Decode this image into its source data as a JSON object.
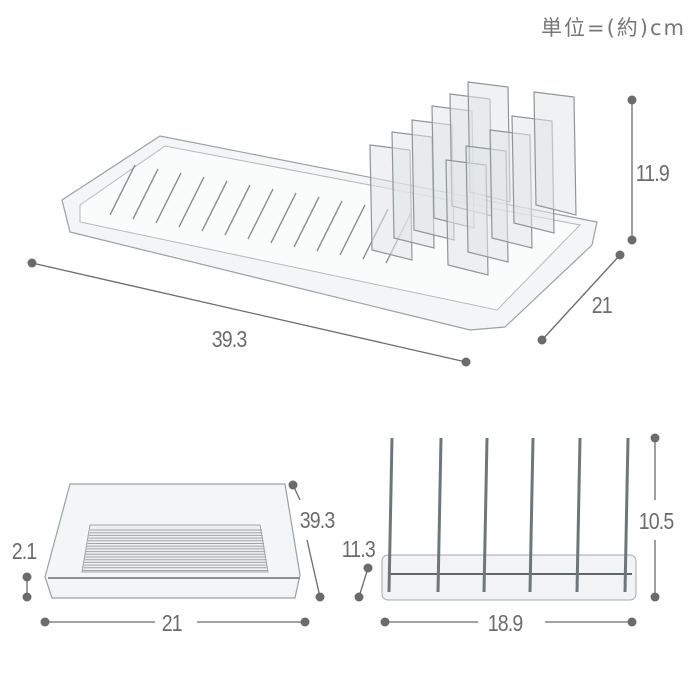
{
  "unit_label": "単位=(約)cm",
  "top_view": {
    "height": "11.9",
    "depth": "21",
    "length": "39.3"
  },
  "tray_view": {
    "height": "2.1",
    "length": "39.3",
    "width": "21"
  },
  "stand_view": {
    "base_height": "11.3",
    "height": "10.5",
    "width": "18.9"
  },
  "colors": {
    "dimension": "#6b6b6b"
  }
}
